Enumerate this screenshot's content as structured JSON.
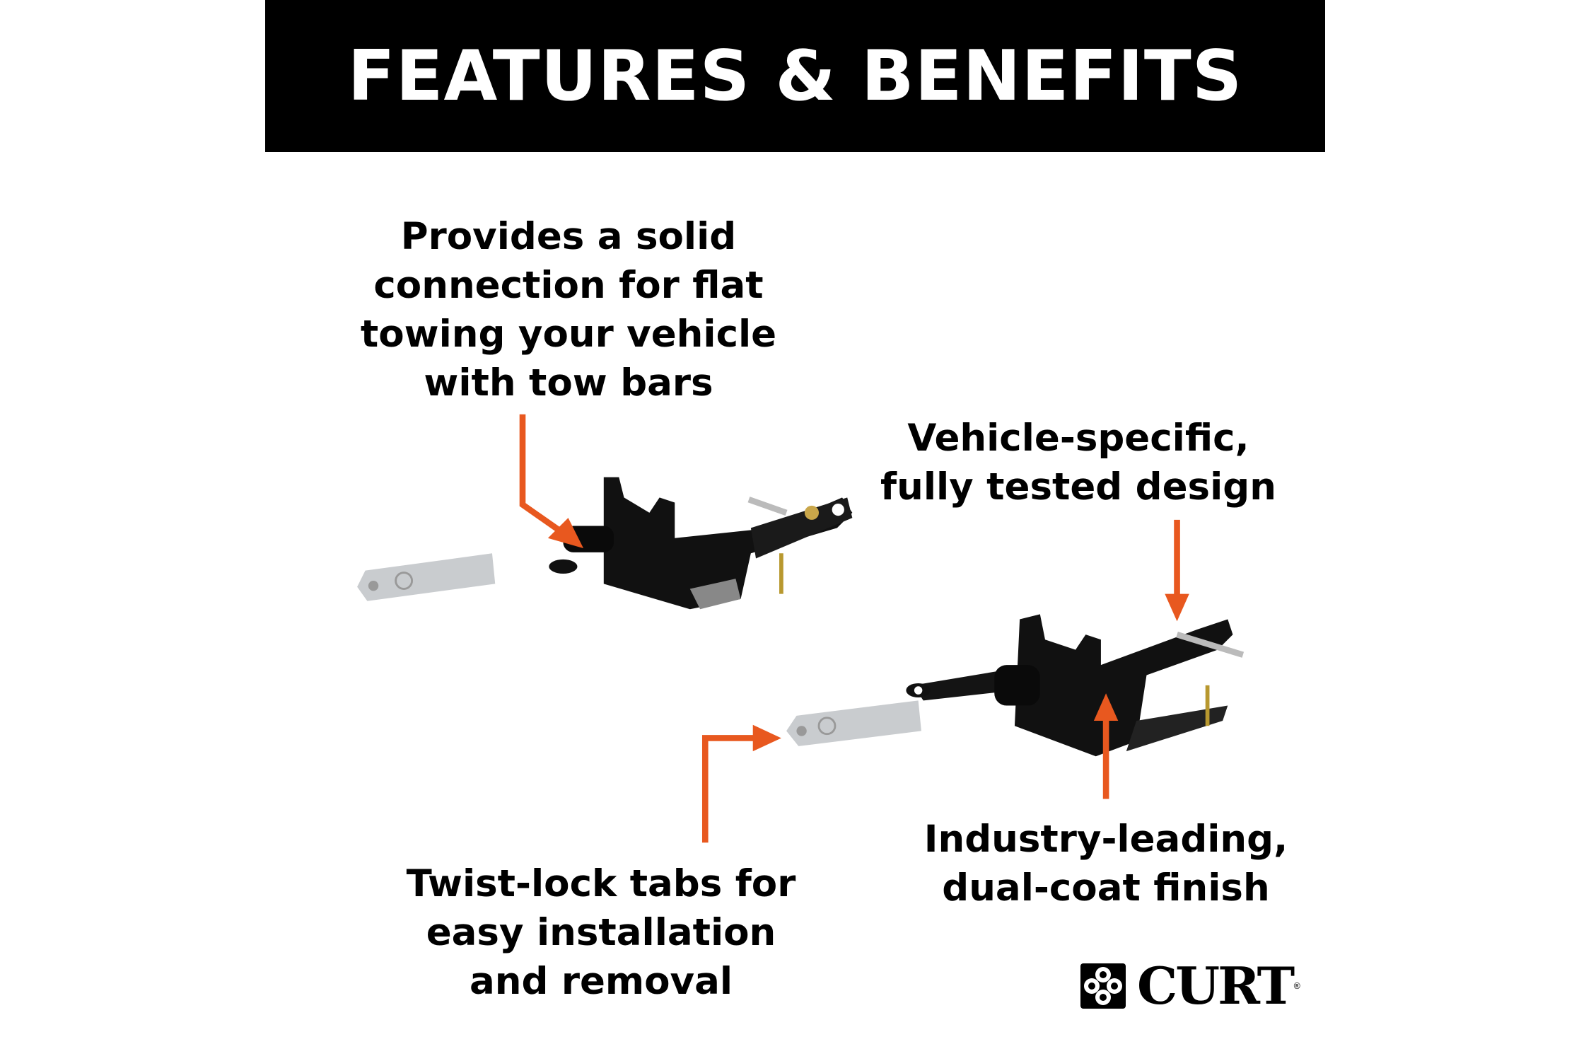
{
  "header": {
    "title": "FEATURES & BENEFITS"
  },
  "callouts": {
    "connection": [
      "Provides a solid",
      "connection for flat",
      "towing your vehicle",
      "with tow bars"
    ],
    "design": [
      "Vehicle-specific,",
      "fully tested design"
    ],
    "finish": [
      "Industry-leading,",
      "dual-coat finish"
    ],
    "tabs": [
      "Twist-lock tabs for",
      "easy installation",
      "and removal"
    ]
  },
  "brand": {
    "name": "CURT",
    "mark": "®"
  },
  "colors": {
    "accent": "#E8581F",
    "header_bg": "#000000"
  }
}
